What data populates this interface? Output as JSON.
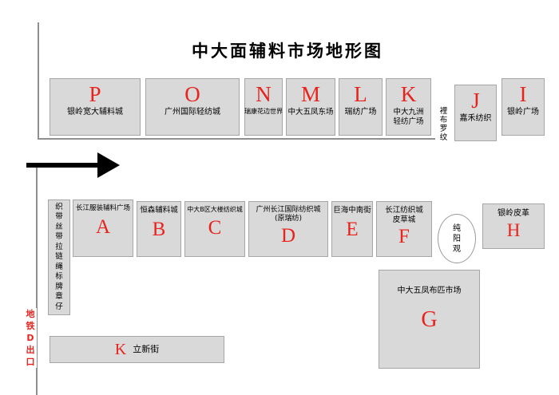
{
  "title": "中大面辅料市场地形图",
  "top_row": [
    {
      "letter": "P",
      "name": "银岭宽大辅料城"
    },
    {
      "letter": "O",
      "name": "广州国际轻纺城"
    },
    {
      "letter": "N",
      "name": "瑞康花边世界"
    },
    {
      "letter": "M",
      "name": "中大五凤东场"
    },
    {
      "letter": "L",
      "name": "瑞纺广场"
    },
    {
      "letter": "K",
      "name": "中大九洲\n轻纺广场"
    },
    {
      "letter": "J",
      "name": "嘉禾纺织"
    },
    {
      "letter": "I",
      "name": "银岭广场"
    }
  ],
  "mid_row": [
    {
      "letter": "A",
      "name": "长江服装辅料广场"
    },
    {
      "letter": "B",
      "name": "恒森辅料城"
    },
    {
      "letter": "C",
      "name": "中大B区大楼纺织城"
    },
    {
      "letter": "D",
      "name": "广州长江国际纺织城\n(原瑞纺)"
    },
    {
      "letter": "E",
      "name": "巨海中南街"
    },
    {
      "letter": "F",
      "name": "长江纺织城\n皮草城"
    },
    {
      "letter": "H",
      "name": "银岭皮革"
    }
  ],
  "g_block": {
    "letter": "G",
    "name": "中大五凤布匹市场"
  },
  "k_street": {
    "letter": "K",
    "name": "立新街"
  },
  "side_labels": {
    "lining_rib": "裡布罗纹",
    "accessories_strip": "织带丝带拉链绳标牌章仔",
    "taoist_temple": "纯阳观",
    "metro_exit": "地铁D出口"
  },
  "colors": {
    "block_fill": "#d9d9d9",
    "block_border": "#a6a6a6",
    "letter_red": "#e8231d",
    "road_line_gray": "#8f8f8f",
    "arrow_black": "#000000"
  }
}
